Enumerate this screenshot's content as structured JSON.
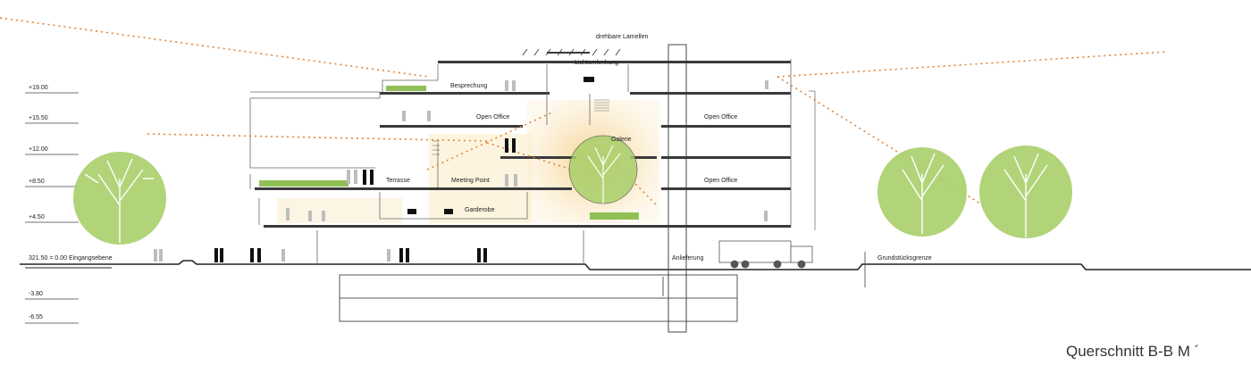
{
  "title": "Querschnitt B-B M ´",
  "colors": {
    "floor": "#3a3a3a",
    "wall": "#555555",
    "tree_fill": "#a8cf6a",
    "tree_branch": "#ffffff",
    "light_glow": "#f6d58a",
    "sight_line": "#e0843a"
  },
  "levels": {
    "l1": "+19.00",
    "l2": "+15.50",
    "l3": "+12.00",
    "l4": "+8.50",
    "l5": "+4.50",
    "ground": "321.50 = 0.00 Eingangsebene",
    "b1": "-3.80",
    "b2": "-6.55"
  },
  "labels": {
    "lamellen": "drehbare Lamellen",
    "lichtumlenkung": "Lichtumlenkung",
    "besprechung": "Besprechung",
    "open_office_left": "Open Office",
    "open_office_right_top": "Open Office",
    "galerie": "Galerie",
    "open_office_right_mid": "Open Office",
    "terrasse": "Terrasse",
    "meeting_point": "Meeting Point",
    "garderobe": "Garderobe",
    "anlieferung": "Anlieferung",
    "grundstuecksgrenze": "Grundstücksgrenze"
  },
  "icons": {
    "trees": "tree-icon",
    "people": "person-silhouette-icon",
    "truck": "truck-icon",
    "lamella": "lamella-icon"
  }
}
